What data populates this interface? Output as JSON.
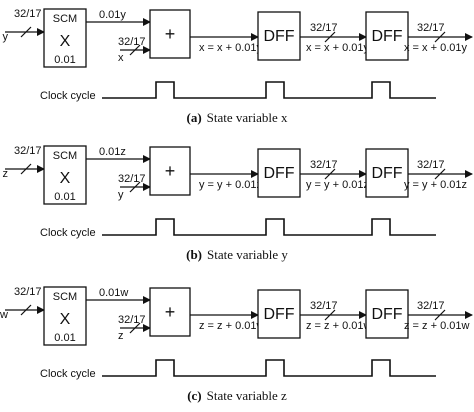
{
  "panels": [
    {
      "input": "y",
      "scm": {
        "title": "SCM",
        "op": "X",
        "coef": "0.01"
      },
      "scm_out": "0.01y",
      "bus": "32/17",
      "adder_in": "x",
      "adder_op": "+",
      "dff": "DFF",
      "eq": "x = x + 0.01y",
      "clock": "Clock cycle",
      "caption_tag": "(a)",
      "caption_text": "State variable x"
    },
    {
      "input": "z",
      "scm": {
        "title": "SCM",
        "op": "X",
        "coef": "0.01"
      },
      "scm_out": "0.01z",
      "bus": "32/17",
      "adder_in": "y",
      "adder_op": "+",
      "dff": "DFF",
      "eq": "y = y + 0.01z",
      "clock": "Clock cycle",
      "caption_tag": "(b)",
      "caption_text": "State variable y"
    },
    {
      "input": "w",
      "scm": {
        "title": "SCM",
        "op": "X",
        "coef": "0.01"
      },
      "scm_out": "0.01w",
      "bus": "32/17",
      "adder_in": "z",
      "adder_op": "+",
      "dff": "DFF",
      "eq": "z = z + 0.01w",
      "clock": "Clock cycle",
      "caption_tag": "(c)",
      "caption_text": "State variable z"
    }
  ]
}
